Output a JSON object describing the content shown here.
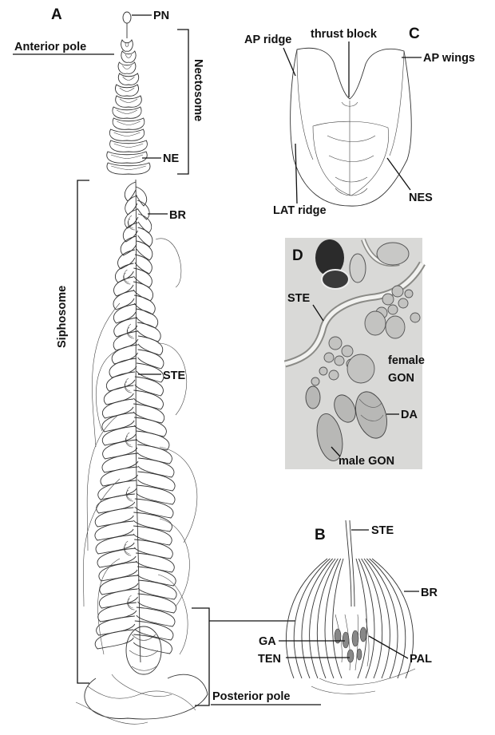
{
  "panels": {
    "a": "A",
    "b": "B",
    "c": "C",
    "d": "D"
  },
  "labels_a": {
    "pn": "PN",
    "anterior_pole": "Anterior pole",
    "nectosome": "Nectosome",
    "ne": "NE",
    "br": "BR",
    "siphosome": "Siphosome",
    "ste": "STE",
    "posterior_pole": "Posterior pole"
  },
  "labels_c": {
    "ap_ridge": "AP ridge",
    "thrust_block": "thrust block",
    "ap_wings": "AP wings",
    "lat_ridge": "LAT ridge",
    "nes": "NES"
  },
  "labels_d": {
    "ste": "STE",
    "female_gon_1": "female",
    "female_gon_2": "GON",
    "da": "DA",
    "male_gon": "male GON"
  },
  "labels_b": {
    "ste": "STE",
    "br": "BR",
    "ga": "GA",
    "ten": "TEN",
    "pal": "PAL"
  }
}
